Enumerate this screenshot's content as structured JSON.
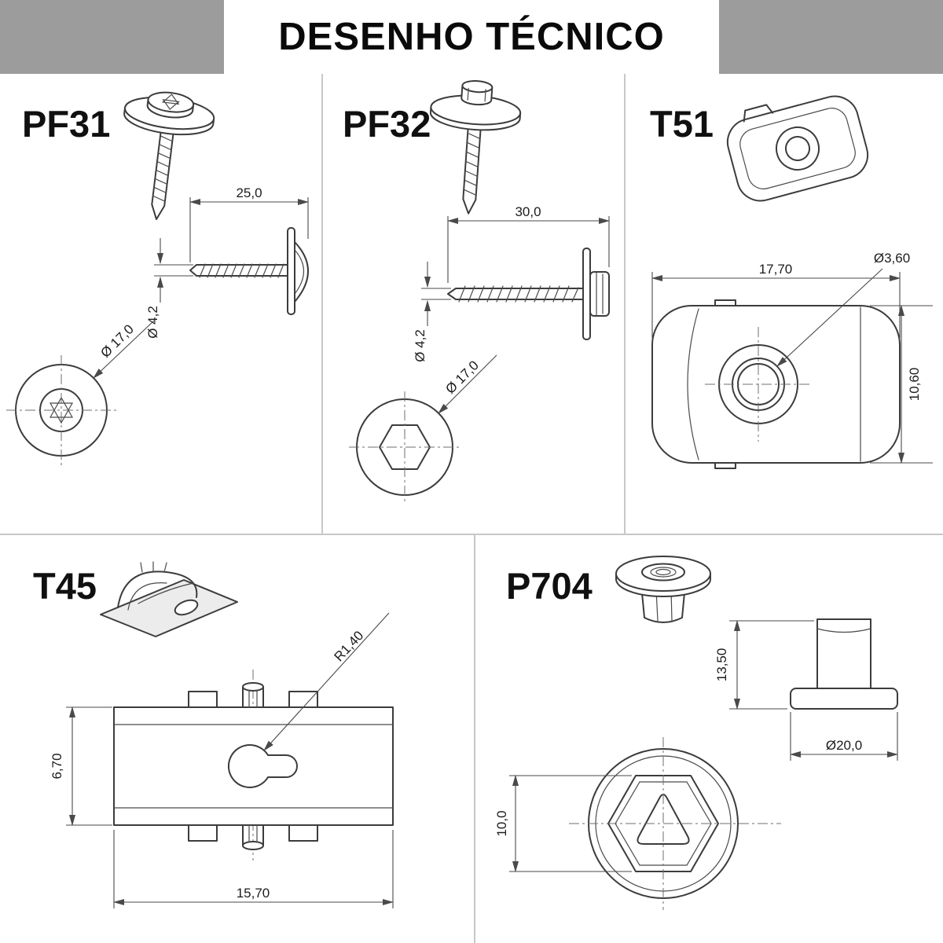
{
  "header": {
    "title": "DESENHO TÉCNICO"
  },
  "parts": {
    "pf31": {
      "label": "PF31",
      "dim_length": "25,0",
      "dim_shaft_diameter": "Ø 4,2",
      "dim_washer_diameter": "Ø 17,0"
    },
    "pf32": {
      "label": "PF32",
      "dim_length": "30,0",
      "dim_shaft_diameter": "Ø 4,2",
      "dim_washer_diameter": "Ø 17,0"
    },
    "t51": {
      "label": "T51",
      "dim_width": "17,70",
      "dim_hole_diameter": "Ø3,60",
      "dim_height": "10,60"
    },
    "t45": {
      "label": "T45",
      "dim_slot_radius": "R1,40",
      "dim_height": "6,70",
      "dim_width": "15,70"
    },
    "p704": {
      "label": "P704",
      "dim_height": "13,50",
      "dim_flange_diameter": "Ø20,0",
      "dim_hex_width": "10,0"
    }
  },
  "colors": {
    "header_bar": "#9c9c9c",
    "drawing_line": "#3c3c3c",
    "dimension_line": "#4a4a4a",
    "panel_divider": "#c7c7c7",
    "background": "#ffffff"
  }
}
